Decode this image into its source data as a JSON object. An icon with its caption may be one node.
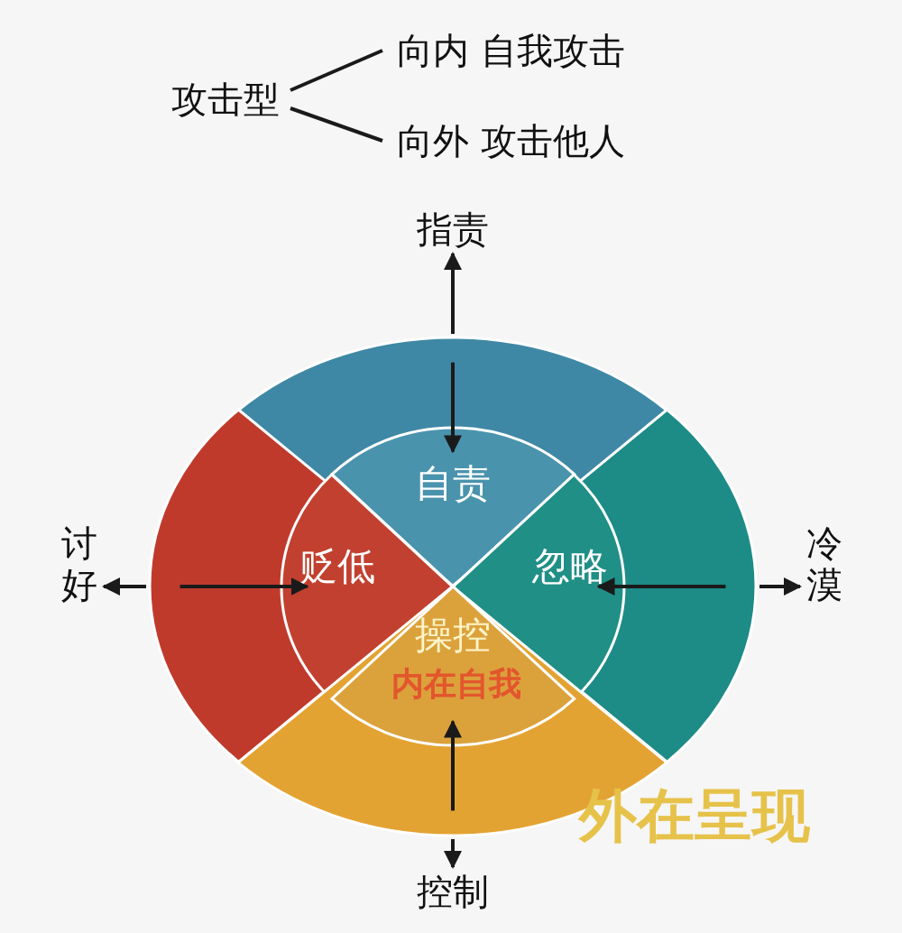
{
  "diagram": {
    "nodes": [
      {
        "text": [
          "攻击型"
        ]
      },
      {
        "text": [
          "向内 自我攻击"
        ]
      },
      {
        "text": [
          "向外 攻击他人"
        ]
      },
      {
        "text": [
          "指责"
        ]
      },
      {
        "text": [],
        "shape": "sector"
      },
      {
        "text": [
          "讨好"
        ]
      },
      {
        "text": [],
        "shape": "sector"
      },
      {
        "text": [],
        "shape": "sector"
      },
      {
        "text": [
          "自责"
        ],
        "in": 4
      },
      {
        "text": [
          "贬低"
        ],
        "in": 6
      },
      {
        "text": [
          "忽略"
        ],
        "in": 7
      },
      {
        "text": [
          "冷漠"
        ]
      },
      {
        "text": [
          "操控"
        ],
        "in": 13
      },
      {
        "text": [],
        "shape": "sector"
      },
      {
        "text": [
          "控制"
        ]
      }
    ],
    "edges": [
      {
        "from": 0,
        "to": 1,
        "arrow": "none"
      },
      {
        "from": 0,
        "to": 2,
        "arrow": "none"
      },
      {
        "from": 4,
        "to": 3,
        "arrow": "to"
      },
      {
        "from": 4,
        "to": 8,
        "arrow": "to"
      },
      {
        "from": 6,
        "to": 5,
        "arrow": "to"
      },
      {
        "from": 6,
        "to": 9,
        "arrow": "to"
      },
      {
        "from": 7,
        "to": 11,
        "arrow": "to"
      },
      {
        "from": 7,
        "to": 10,
        "arrow": "to"
      },
      {
        "from": 13,
        "to": 14,
        "arrow": "to"
      },
      {
        "from": 13,
        "to": 12,
        "arrow": "to"
      }
    ],
    "labels": [
      "内在自我",
      "外在呈现"
    ]
  }
}
